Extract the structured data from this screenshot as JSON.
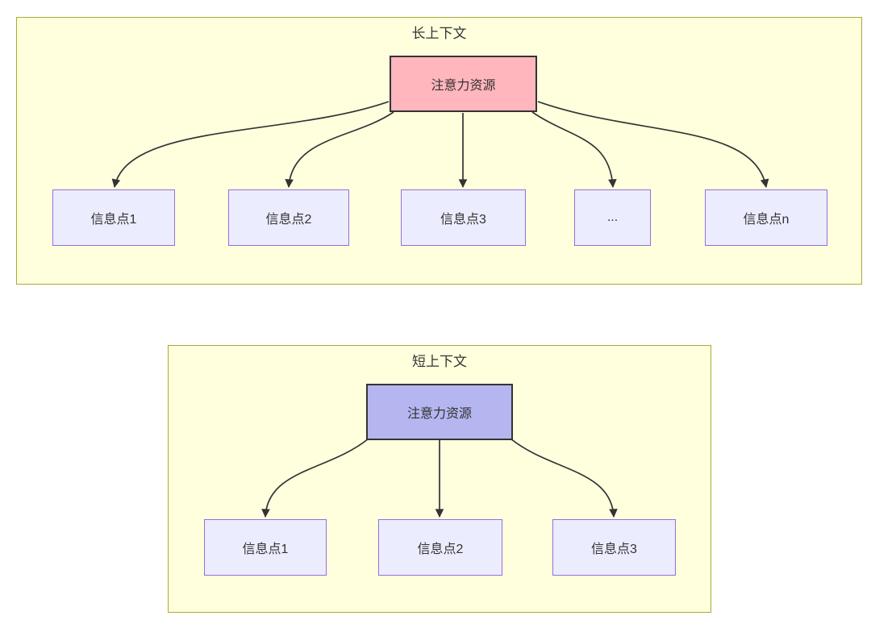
{
  "diagram": {
    "colors": {
      "canvas_background": "#ffffff",
      "cluster_fill": "#ffffde",
      "cluster_border": "#aaaa33",
      "info_node_fill": "#ececff",
      "info_node_border": "#9370db",
      "attention_long_fill": "#ffb6bc",
      "attention_short_fill": "#b5b5f0",
      "attention_border": "#333333",
      "arrow_color": "#333333",
      "text_color": "#333333"
    },
    "long_context": {
      "title": "长上下文",
      "attention_label": "注意力资源",
      "info_nodes": [
        {
          "label": "信息点1"
        },
        {
          "label": "信息点2"
        },
        {
          "label": "信息点3"
        },
        {
          "label": "..."
        },
        {
          "label": "信息点n"
        }
      ]
    },
    "short_context": {
      "title": "短上下文",
      "attention_label": "注意力资源",
      "info_nodes": [
        {
          "label": "信息点1"
        },
        {
          "label": "信息点2"
        },
        {
          "label": "信息点3"
        }
      ]
    }
  }
}
